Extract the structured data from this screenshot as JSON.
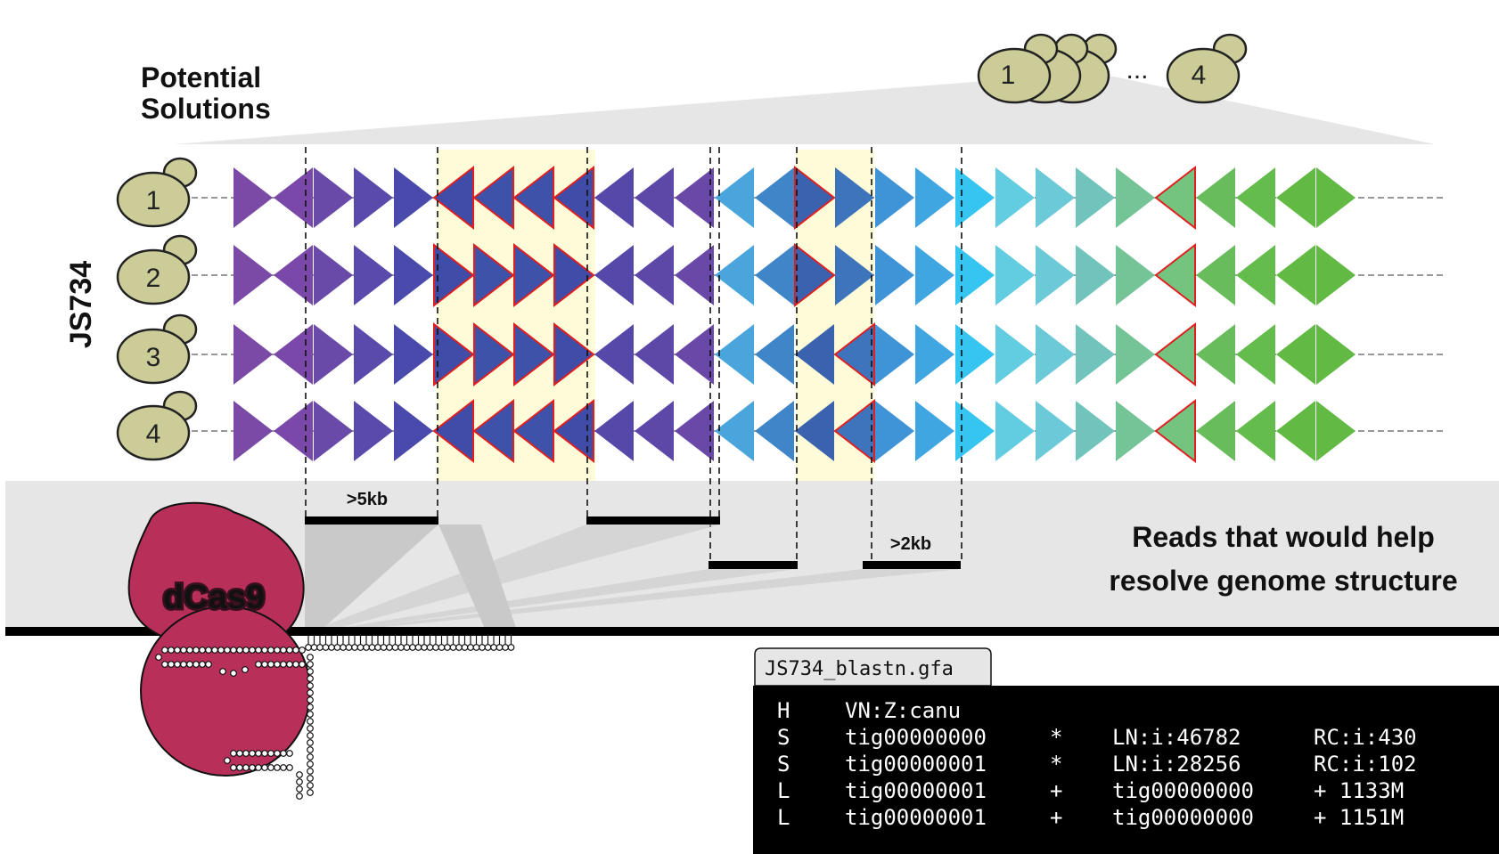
{
  "title": {
    "line1": "Potential",
    "line2": "Solutions"
  },
  "strain_label": "JS734",
  "top_cells": {
    "first": "1",
    "ellipsis": "...",
    "last": "4"
  },
  "solutions": [
    {
      "id": "1",
      "dirs": [
        "R",
        "L",
        "R",
        "R",
        "R",
        "L",
        "L",
        "L",
        "L",
        "L",
        "L",
        "L",
        "L",
        "L",
        "R",
        "R",
        "R",
        "R",
        "R",
        "R",
        "R",
        "R",
        "R",
        "L",
        "L",
        "L",
        "L",
        "R"
      ]
    },
    {
      "id": "2",
      "dirs": [
        "R",
        "L",
        "R",
        "R",
        "R",
        "R",
        "R",
        "R",
        "R",
        "L",
        "L",
        "L",
        "L",
        "L",
        "R",
        "R",
        "R",
        "R",
        "R",
        "R",
        "R",
        "R",
        "R",
        "L",
        "L",
        "L",
        "L",
        "R"
      ]
    },
    {
      "id": "3",
      "dirs": [
        "R",
        "L",
        "R",
        "R",
        "R",
        "R",
        "R",
        "R",
        "R",
        "L",
        "L",
        "L",
        "L",
        "L",
        "L",
        "L",
        "R",
        "R",
        "R",
        "R",
        "R",
        "R",
        "R",
        "L",
        "L",
        "L",
        "L",
        "R"
      ]
    },
    {
      "id": "4",
      "dirs": [
        "R",
        "L",
        "R",
        "R",
        "R",
        "L",
        "L",
        "L",
        "L",
        "L",
        "L",
        "L",
        "L",
        "L",
        "L",
        "L",
        "R",
        "R",
        "R",
        "R",
        "R",
        "R",
        "R",
        "L",
        "L",
        "L",
        "L",
        "R"
      ]
    }
  ],
  "segment_colors": [
    "#7b4aa6",
    "#7a48a8",
    "#6a4aa8",
    "#5a4aac",
    "#4a4aac",
    "#3f4ca8",
    "#3d52a8",
    "#3d52a8",
    "#3f4ca8",
    "#5548a8",
    "#5d48a8",
    "#6a48a8",
    "#4aa5dc",
    "#3e86c8",
    "#3b62ae",
    "#3e74bc",
    "#3f94d8",
    "#3fa6e2",
    "#36c4f0",
    "#62cce0",
    "#6ccad8",
    "#70c4bc",
    "#74c498",
    "#74c480",
    "#68bc5c",
    "#64bc4c",
    "#62ba44",
    "#62ba44"
  ],
  "highlight_color": "#fdfbd8",
  "red_outline_color": "#e02020",
  "read_labels": {
    "five_kb": ">5kb",
    "two_kb": ">2kb"
  },
  "reads_caption": {
    "line1": "Reads that would help",
    "line2": "resolve genome structure"
  },
  "protein_label": "dCas9",
  "protein_color": "#b8305a",
  "cell_color": "#cccc98",
  "gfa": {
    "filename": "JS734_blastn.gfa",
    "rows": [
      [
        "H",
        "VN:Z:canu",
        "",
        "",
        ""
      ],
      [
        "S",
        "tig00000000",
        "*",
        "LN:i:46782",
        "RC:i:430"
      ],
      [
        "S",
        "tig00000001",
        "*",
        "LN:i:28256",
        "RC:i:102"
      ],
      [
        "L",
        "tig00000001",
        "+",
        "tig00000000",
        "+      1133M"
      ],
      [
        "L",
        "tig00000001",
        "+",
        "tig00000000",
        "+      1151M"
      ]
    ]
  }
}
